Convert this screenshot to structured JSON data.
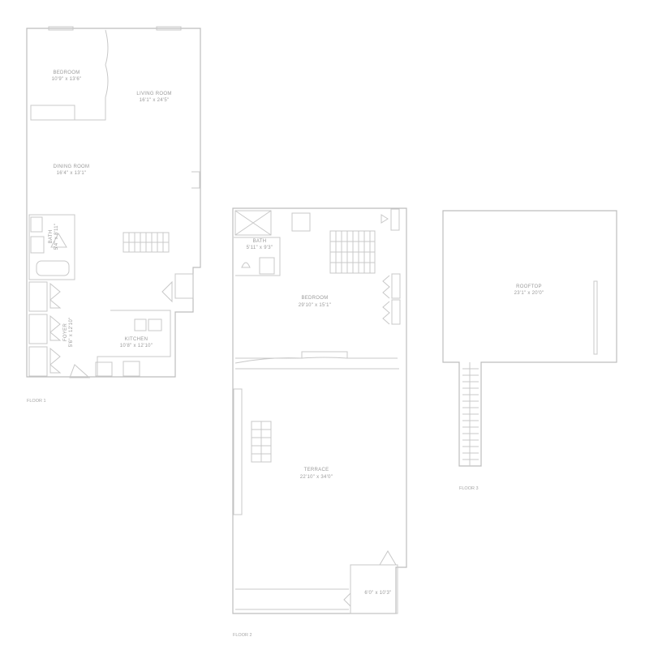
{
  "floors": [
    {
      "label": "FLOOR 1",
      "rooms": [
        {
          "name": "BEDROOM",
          "dims": "10'9\" x 13'6\""
        },
        {
          "name": "LIVING ROOM",
          "dims": "16'1\" x 24'5\""
        },
        {
          "name": "DINING ROOM",
          "dims": "16'4\" x 13'1\""
        },
        {
          "name": "BATH",
          "dims": "5'4\" x 8'11\""
        },
        {
          "name": "FOYER",
          "dims": "5'6\" x 12'10\""
        },
        {
          "name": "KITCHEN",
          "dims": "10'8\" x 12'10\""
        }
      ]
    },
    {
      "label": "FLOOR 2",
      "rooms": [
        {
          "name": "BATH",
          "dims": "5'11\" x 9'3\""
        },
        {
          "name": "BEDROOM",
          "dims": "29'10\" x 15'1\""
        },
        {
          "name": "TERRACE",
          "dims": "22'10\" x 34'0\""
        },
        {
          "name": "",
          "dims": "6'0\" x 10'3\""
        }
      ]
    },
    {
      "label": "FLOOR 3",
      "rooms": [
        {
          "name": "ROOFTOP",
          "dims": "23'1\" x 20'0\""
        }
      ]
    }
  ],
  "colors": {
    "wall": "#bdbdbd",
    "text": "#9a9a9a"
  }
}
